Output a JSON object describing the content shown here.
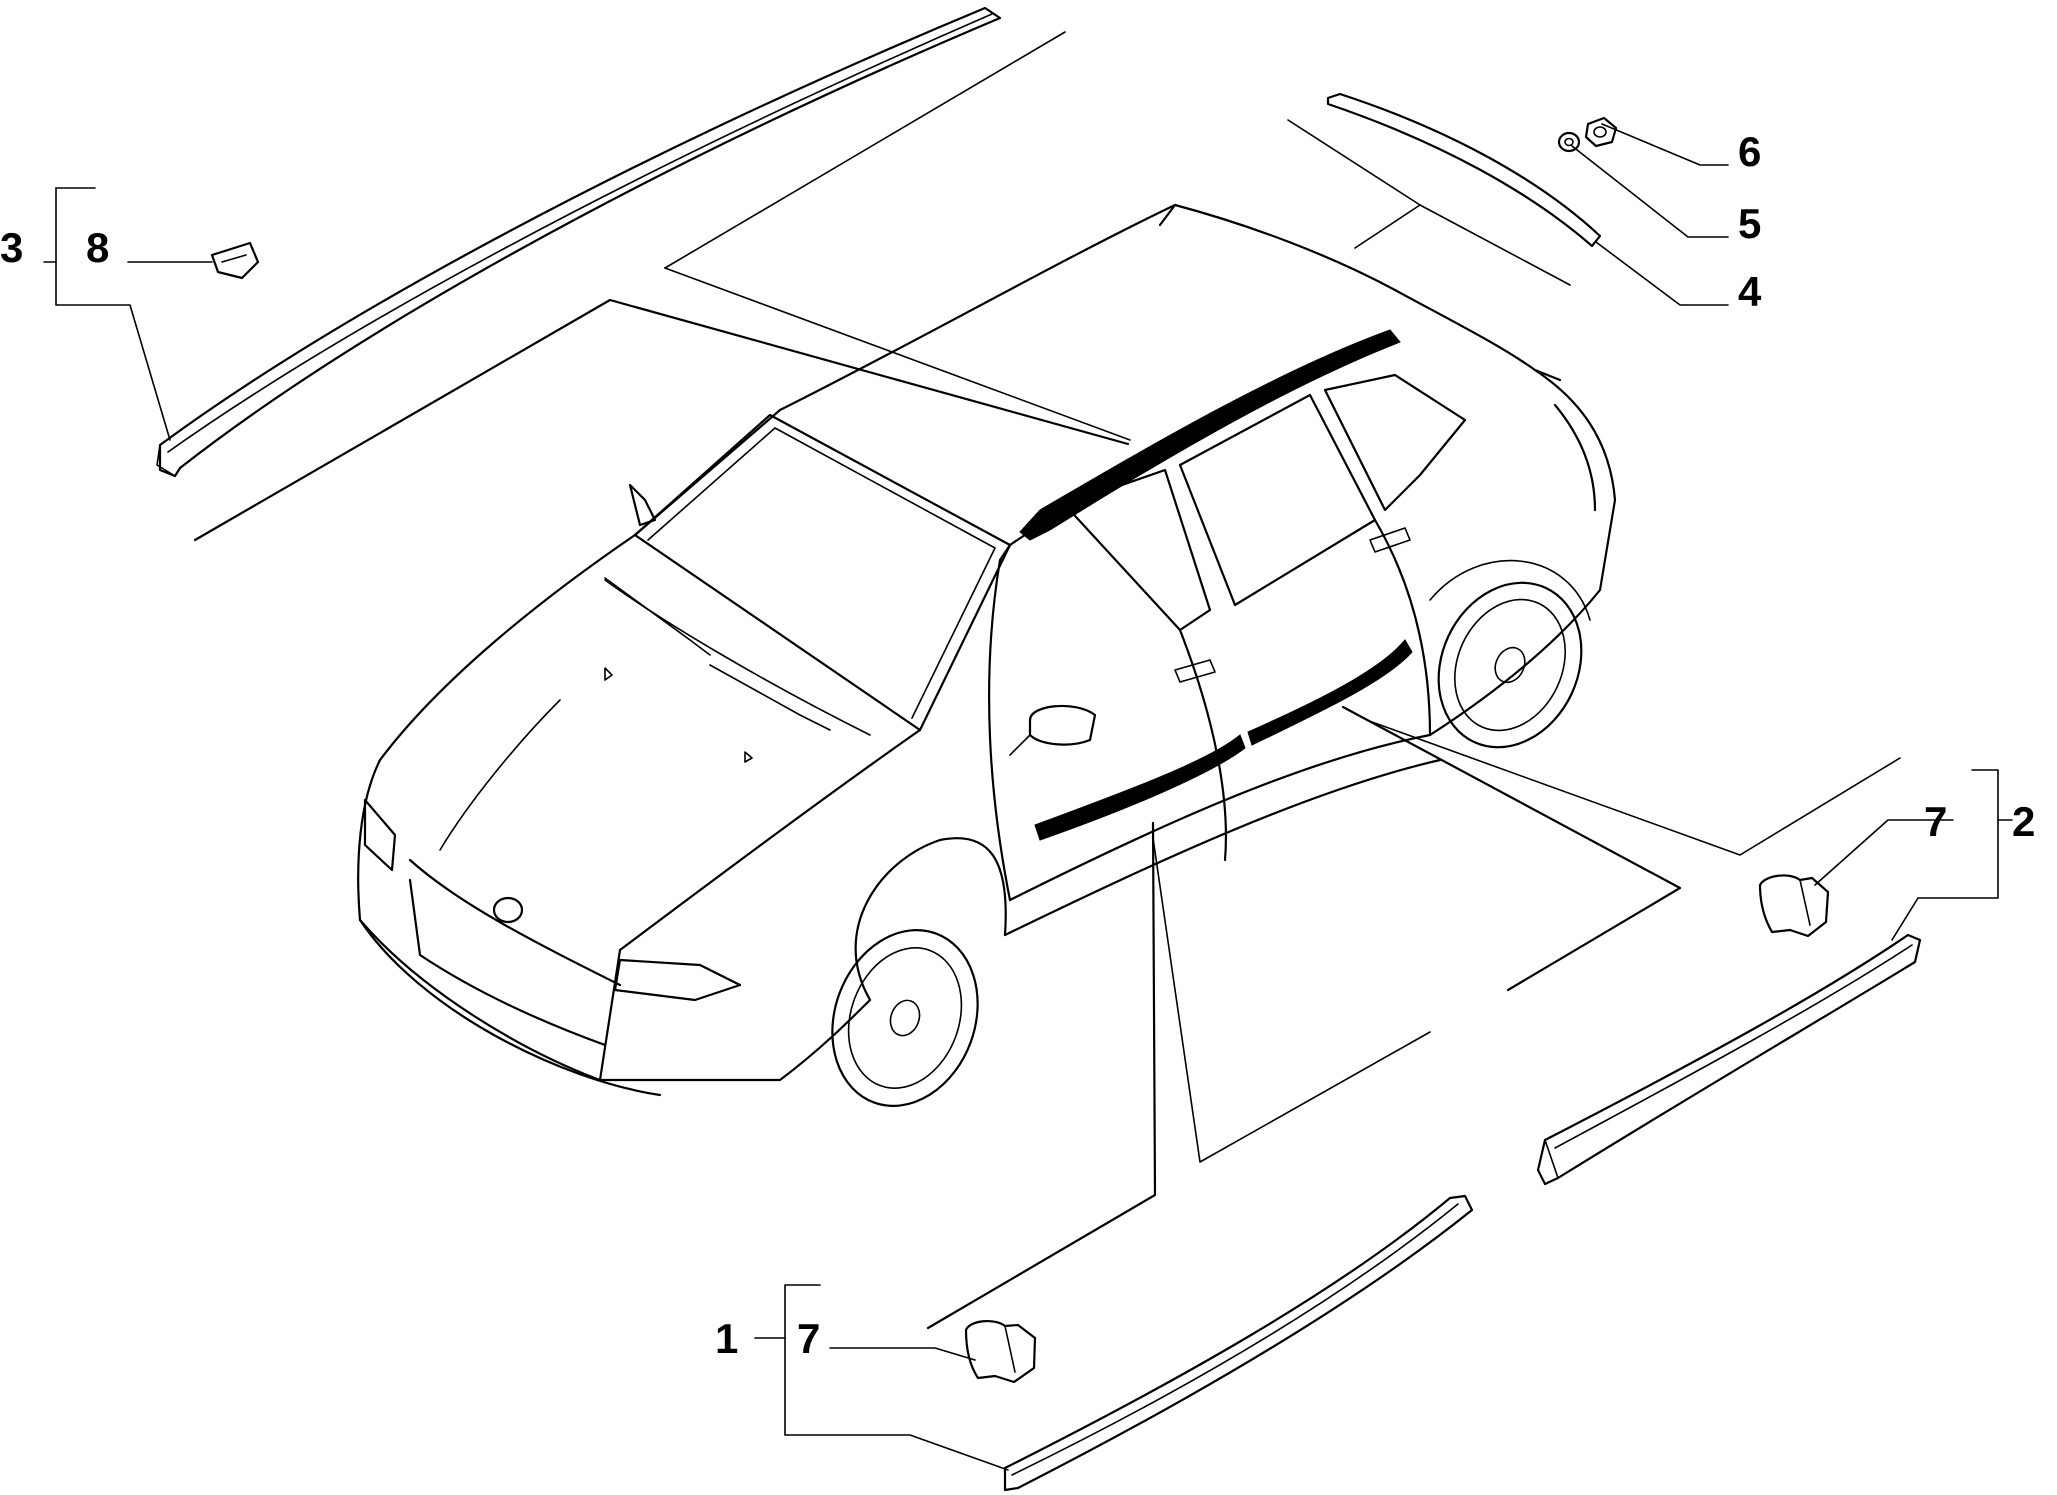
{
  "callouts": {
    "c1": "1",
    "c2": "2",
    "c3": "3",
    "c4": "4",
    "c5": "5",
    "c6": "6",
    "c7_front": "7",
    "c7_rear": "7",
    "c8": "8"
  },
  "colors": {
    "ink": "#000000",
    "background": "#ffffff"
  }
}
